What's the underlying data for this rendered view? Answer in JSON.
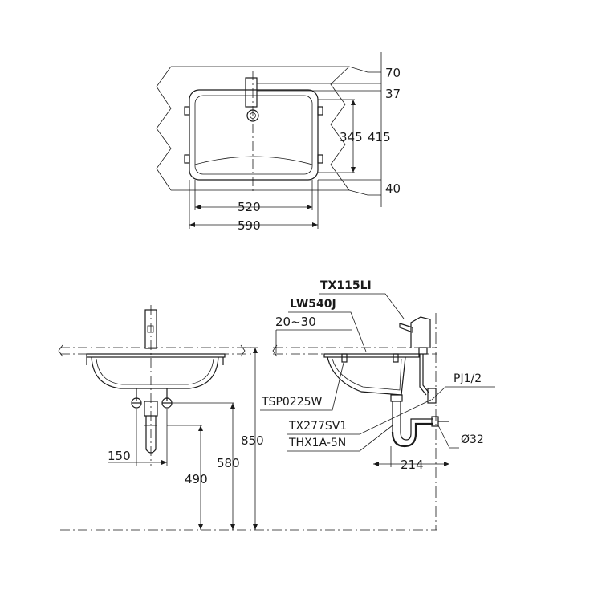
{
  "top_view": {
    "dims_right": [
      "70",
      "37",
      "345",
      "415",
      "40"
    ],
    "dims_bottom": [
      "520",
      "590"
    ]
  },
  "front_view": {
    "dims": [
      "150",
      "490",
      "580",
      "850"
    ]
  },
  "side_view": {
    "labels": [
      "TX115LI",
      "LW540J",
      "20~30",
      "PJ1/2",
      "TSP0225W",
      "TX277SV1",
      "THX1A-5N",
      "Ø32"
    ],
    "dims": [
      "214"
    ]
  }
}
